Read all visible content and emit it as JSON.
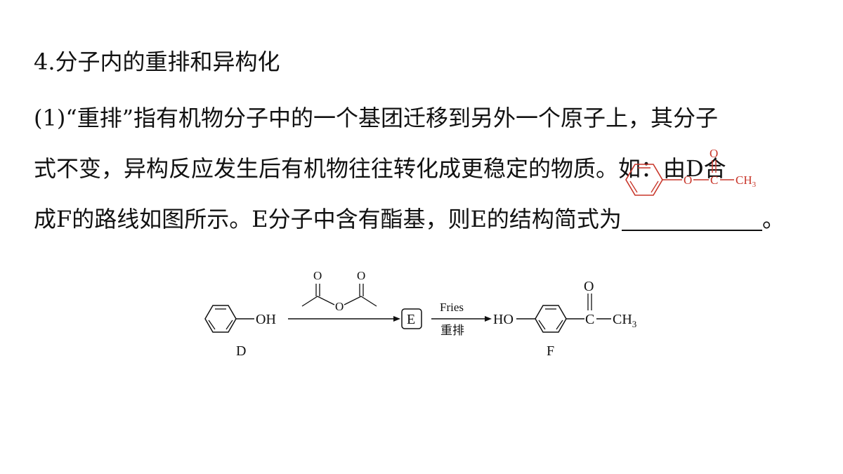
{
  "section": {
    "heading": "4.分子内的重排和异构化"
  },
  "paragraph": {
    "line1": "(1)“重排”指有机物分子中的一个基团迁移到另外一个原子上，其分子",
    "line2": "式不变，异构反应发生后有机物往往转化成更稳定的物质。如：由D合",
    "line3_before": "成F的路线如图所示。E分子中含有酯基，则E的结构简式为",
    "line3_after": "。"
  },
  "answer": {
    "o_carbonyl": "O",
    "o_ester": "O",
    "c": "C",
    "ch3": "CH",
    "ch3_sub": "3",
    "color": "#c8362a"
  },
  "scheme": {
    "d_oh": "OH",
    "d_label": "D",
    "reagent_o1": "O",
    "reagent_o2": "O",
    "reagent_o3": "O",
    "e_label": "E",
    "condition_top": "Fries",
    "condition_bottom": "重排",
    "f_ho": "HO",
    "f_o": "O",
    "f_c": "C",
    "f_ch3": "CH",
    "f_ch3_sub": "3",
    "f_label": "F"
  }
}
